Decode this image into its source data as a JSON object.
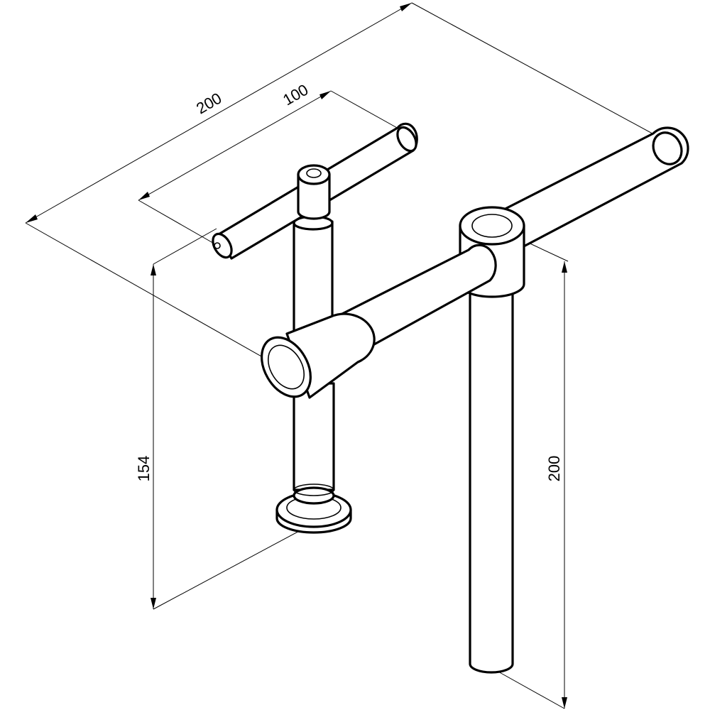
{
  "dimensions": {
    "width_top": "200",
    "handle_length": "100",
    "spindle_height": "154",
    "bar_height": "200"
  }
}
